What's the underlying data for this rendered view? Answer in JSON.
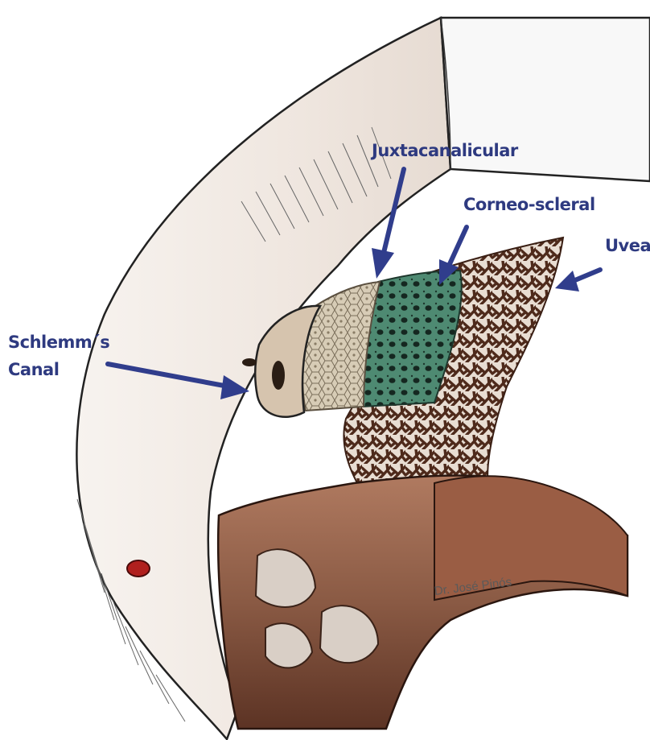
{
  "labels": {
    "juxtacanalicular": "Juxtacanalicular",
    "corneo_scleral": "Corneo-scleral",
    "uveal": "Uveal",
    "schlemm_line1": "Schlemm´s",
    "schlemm_line2": "Canal"
  },
  "signature": "Dr. José Pinós",
  "colors": {
    "label_text": "#2e3a80",
    "arrow": "#303d8c",
    "sclera": "#f3ece6",
    "juxtacanalicular_tissue": "#cdbfa8",
    "corneo_scleral_tissue": "#5f9f86",
    "uveal_tissue": "#5e3525",
    "ciliary_body": "#8a5a44",
    "signature_text": "#5a5a5a"
  }
}
